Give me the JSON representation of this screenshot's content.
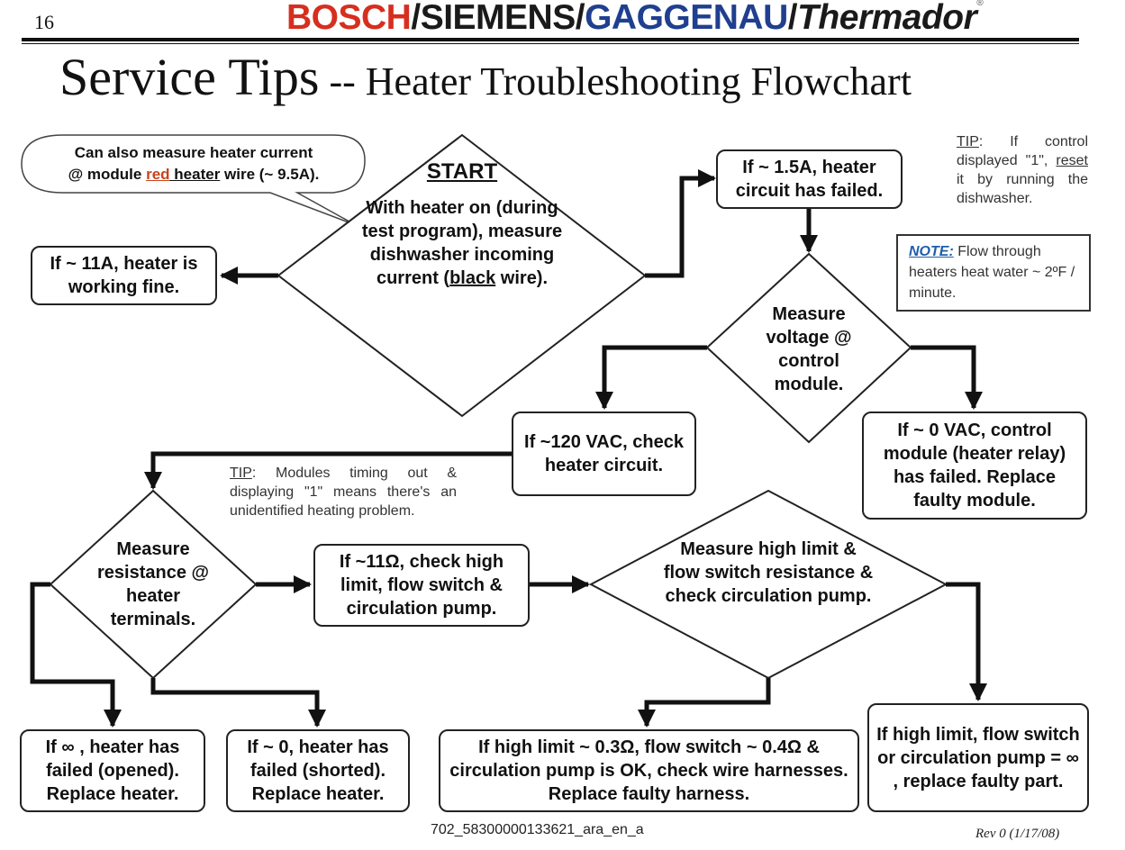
{
  "header": {
    "page_number": "16",
    "brand": {
      "bosch": "BOSCH",
      "siemens": "SIEMENS",
      "gaggenau": "GAGGENAU",
      "thermador": "Thermador",
      "separator": "/",
      "registered": "®"
    },
    "title_main": "Service Tips",
    "title_sub": " -- Heater Troubleshooting Flowchart"
  },
  "callout": {
    "line1": "Can also measure heater current",
    "line2_prefix": "@ module ",
    "line2_red": "red",
    "line2_underlined": " heater",
    "line2_suffix": " wire (~ 9.5A)."
  },
  "start": {
    "label": "START",
    "pre": "With heater on (during test program), measure dishwasher incoming current (",
    "underlined": "black",
    "post": " wire)."
  },
  "boxes": {
    "heater_fine": "If ~ 11A, heater is working fine.",
    "circuit_failed": "If ~ 1.5A, heater circuit has failed.",
    "check_heater_circuit": "If ~120 VAC, check heater circuit.",
    "module_failed": "If ~ 0 VAC, control module (heater relay) has failed.  Replace faulty module.",
    "check_high_limit": "If ~11Ω, check high limit, flow switch & circulation pump.",
    "heater_opened": "If ∞ , heater has failed (opened). Replace heater.",
    "heater_shorted": "If ~ 0, heater has failed (shorted). Replace heater.",
    "harness": "If high limit ~ 0.3Ω, flow switch ~ 0.4Ω & circulation pump is OK, check wire harnesses.  Replace faulty harness.",
    "replace_part": "If high limit, flow switch or circulation pump = ∞ , replace faulty part."
  },
  "decisions": {
    "measure_voltage": "Measure voltage @ control module.",
    "measure_resistance": "Measure resistance @ heater terminals.",
    "measure_high_limit": "Measure high limit & flow switch resistance & check circulation pump."
  },
  "tips": {
    "tip1_label": "TIP",
    "tip1_text": ":      If control displayed \"1\", ",
    "tip1_underlined": "reset",
    "tip1_end": " it by running the dishwasher.",
    "tip2_label": "TIP",
    "tip2_text": ":  Modules timing out & displaying \"1\" means there's an unidentified heating problem."
  },
  "note": {
    "label": "NOTE:",
    "text": " Flow through heaters heat water ~ 2ºF / minute."
  },
  "footer": {
    "doc_code": "702_58300000133621_ara_en_a",
    "revision": "Rev 0 (1/17/08)"
  }
}
